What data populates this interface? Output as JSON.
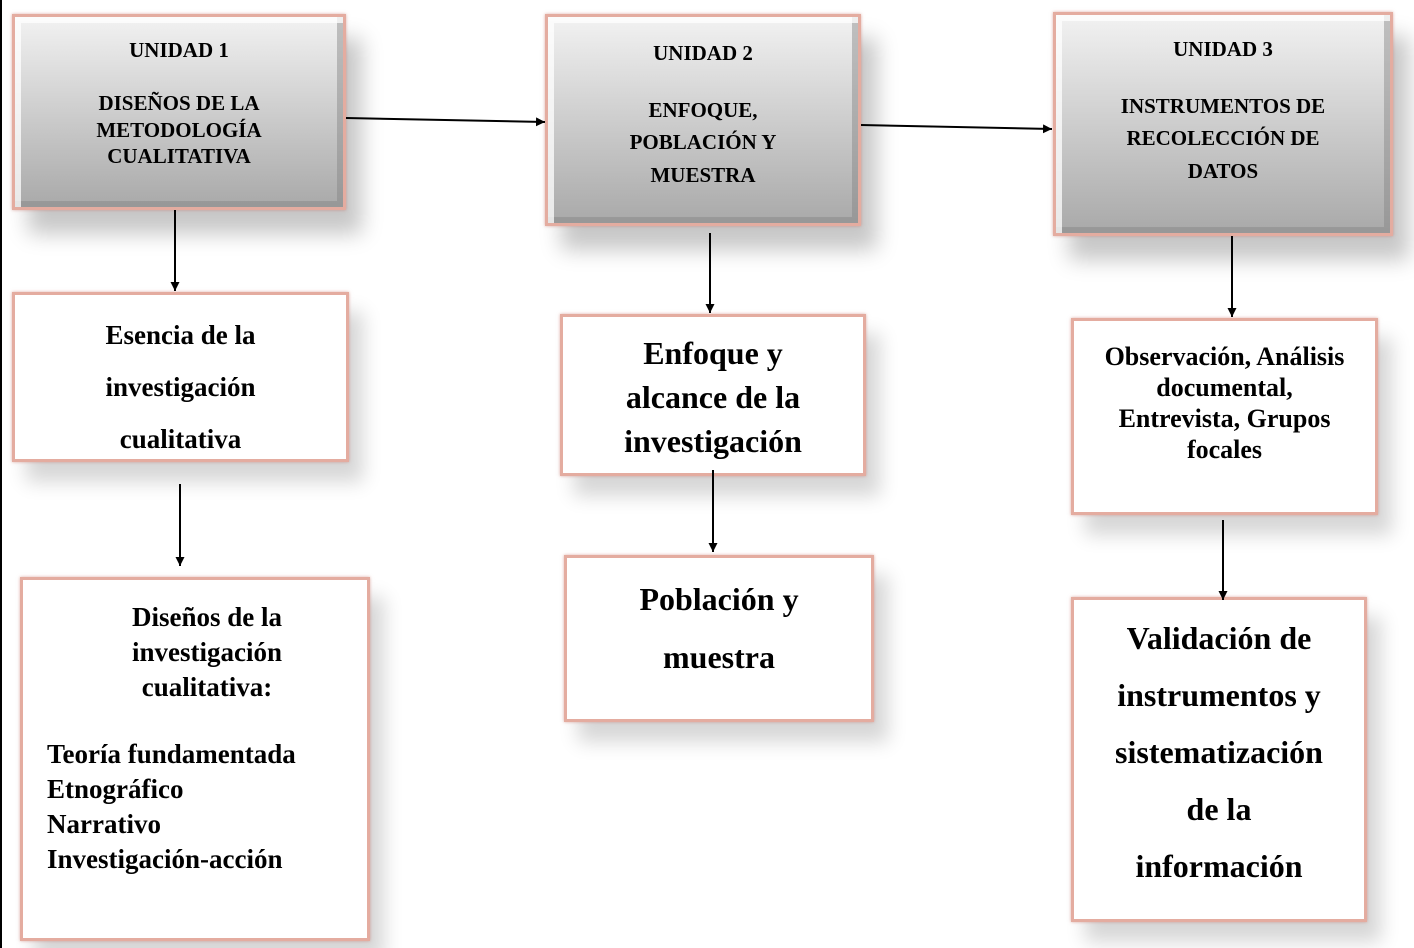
{
  "units": [
    {
      "heading": "UNIDAD 1",
      "lines": [
        "DISEÑOS DE LA",
        "METODOLOGÍA",
        "CUALITATIVA"
      ]
    },
    {
      "heading": "UNIDAD 2",
      "lines": [
        "ENFOQUE,",
        "POBLACIÓN Y",
        "MUESTRA"
      ]
    },
    {
      "heading": "UNIDAD 3",
      "lines": [
        "INSTRUMENTOS DE",
        "RECOLECCIÓN DE",
        "DATOS"
      ]
    }
  ],
  "column1": {
    "essence": [
      "Esencia de la",
      "investigación",
      "cualitativa"
    ],
    "designs_title": [
      "Diseños de la",
      "investigación",
      "cualitativa:"
    ],
    "designs_list": [
      "Teoría fundamentada",
      "Etnográfico",
      "Narrativo",
      "Investigación-acción"
    ]
  },
  "column2": {
    "approach": [
      "Enfoque y",
      "alcance de la",
      "investigación"
    ],
    "population": [
      "Población y",
      "muestra"
    ]
  },
  "column3": {
    "instruments": [
      "Observación, Análisis",
      "documental,",
      "Entrevista, Grupos",
      "focales"
    ],
    "validation": [
      "Validación de",
      "instrumentos y",
      "sistematización",
      "de la",
      "información"
    ]
  },
  "colors": {
    "box_border": "#e4aca0",
    "unit_fill_top": "#f2f2f2",
    "unit_fill_bottom": "#a9a9a9",
    "arrow": "#000000"
  }
}
